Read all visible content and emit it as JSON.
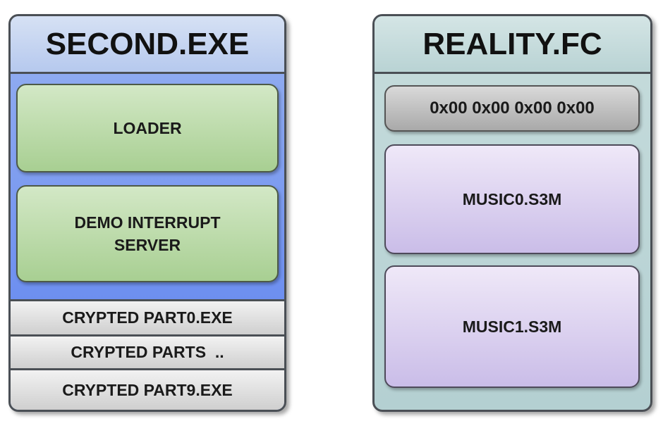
{
  "left_panel": {
    "title": "SECOND.EXE",
    "blocks": [
      {
        "label": "LOADER"
      },
      {
        "label_line1": "DEMO INTERRUPT",
        "label_line2": "SERVER"
      }
    ],
    "rows": [
      {
        "label": "CRYPTED PART0.EXE"
      },
      {
        "label": "CRYPTED PARTS  .."
      },
      {
        "label": "CRYPTED PART9.EXE"
      }
    ]
  },
  "right_panel": {
    "title": "REALITY.FC",
    "blocks": [
      {
        "label": "0x00 0x00 0x00 0x00"
      },
      {
        "label": "MUSIC0.S3M"
      },
      {
        "label": "MUSIC1.S3M"
      }
    ]
  },
  "colors": {
    "left_panel_bg": "#7a98ee",
    "loader_green": "#b6d8a2",
    "crypted_gray": "#d6d6d6",
    "right_panel_bg": "#bcd6d6",
    "padding_gray": "#b4b4b4",
    "music_purple": "#d6cbee"
  }
}
